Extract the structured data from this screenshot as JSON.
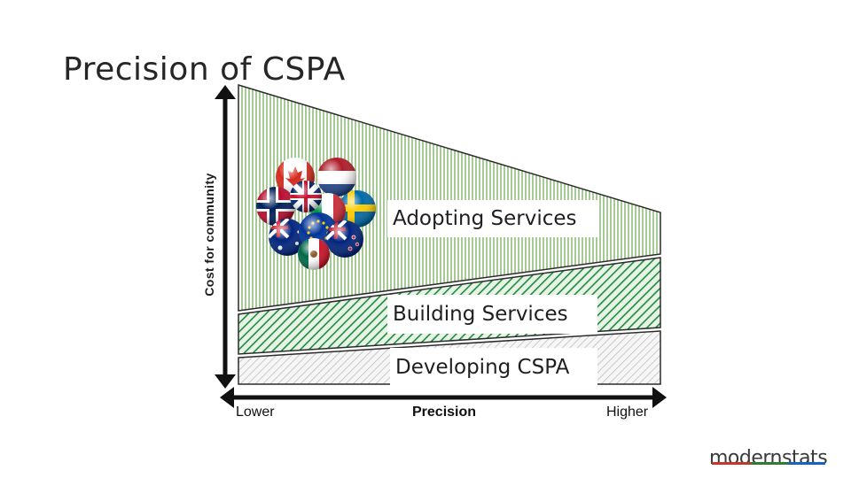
{
  "title": "Precision of CSPA",
  "y_axis_label": "Cost for community",
  "x_axis": {
    "left_label": "Lower",
    "center_label": "Precision",
    "right_label": "Higher"
  },
  "bands": [
    {
      "label": "Adopting Services",
      "color": "#6aa84f",
      "pattern": "vertical-lines"
    },
    {
      "label": "Building Services",
      "color": "#1e8c3a",
      "pattern": "diagonal-lines"
    },
    {
      "label": "Developing CSPA",
      "color": "#b8b8b8",
      "pattern": "diagonal-lines"
    }
  ],
  "flags_icon": "country-flags-cluster-icon",
  "logo": {
    "text": "modernstats",
    "colors": [
      "#c0392b",
      "#2e7d32",
      "#1565c0"
    ]
  }
}
